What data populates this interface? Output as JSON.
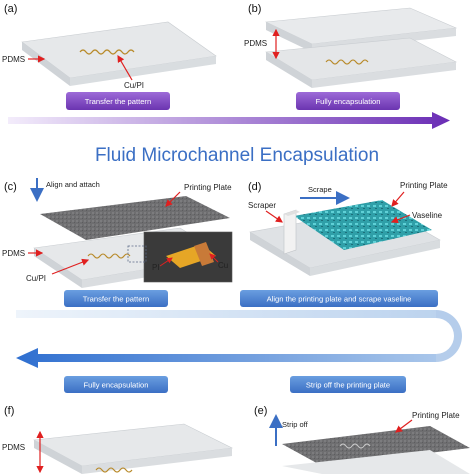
{
  "title": "Fluid Microchannel Encapsulation",
  "panels": {
    "a": {
      "letter": "(a)",
      "labels": {
        "pdms": "PDMS",
        "cupi": "Cu/PI"
      }
    },
    "b": {
      "letter": "(b)",
      "labels": {
        "pdms": "PDMS"
      }
    },
    "c": {
      "letter": "(c)",
      "labels": {
        "align": "Align and attach",
        "plate": "Printing Plate",
        "pdms": "PDMS",
        "cupi": "Cu/PI",
        "pi": "PI",
        "cu": "Cu"
      }
    },
    "d": {
      "letter": "(d)",
      "labels": {
        "scraper": "Scraper",
        "scrape": "Scrape",
        "plate": "Printing Plate",
        "vaseline": "Vaseline"
      }
    },
    "e": {
      "letter": "(e)",
      "labels": {
        "strip": "Strip off",
        "plate": "Printing Plate"
      }
    },
    "f": {
      "letter": "(f)",
      "labels": {
        "pdms": "PDMS"
      }
    }
  },
  "steps": {
    "transfer_top": "Transfer the pattern",
    "fully_top": "Fully encapsulation",
    "transfer_mid": "Transfer the pattern",
    "align_scrape": "Align the printing plate and scrape vaseline",
    "fully_bottom": "Fully encapsulation",
    "strip_plate": "Strip off the printing plate"
  },
  "colors": {
    "accent_purple": "#7a3fbf",
    "accent_blue": "#3b6fc4",
    "label_arrow": "#e02020"
  }
}
